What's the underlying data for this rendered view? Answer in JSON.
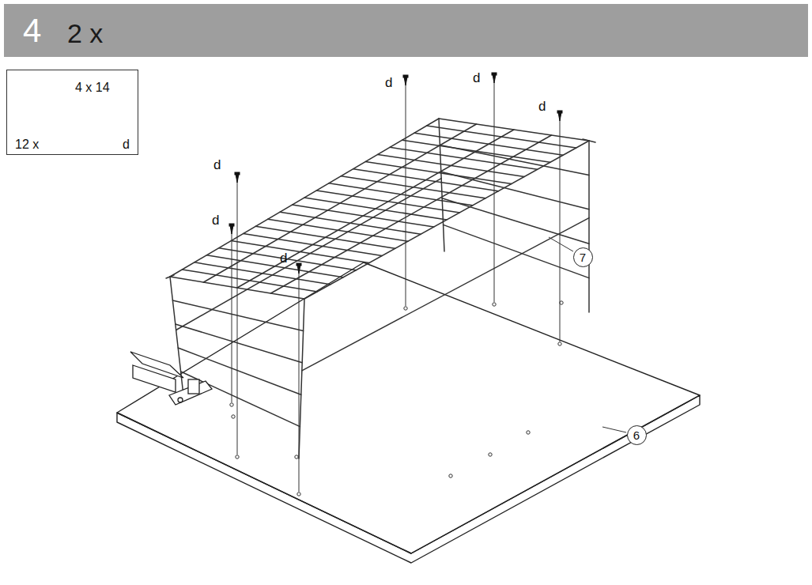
{
  "diagram": {
    "nodes": [
      {
        "text": [
          "4",
          "2 x"
        ]
      },
      {
        "text": [
          "4 x 14",
          "12 x",
          "d"
        ]
      },
      {
        "text": [
          "7"
        ]
      },
      {
        "text": [
          "6"
        ]
      }
    ],
    "labels": [
      "d",
      "d",
      "d",
      "d",
      "d",
      "d"
    ]
  }
}
